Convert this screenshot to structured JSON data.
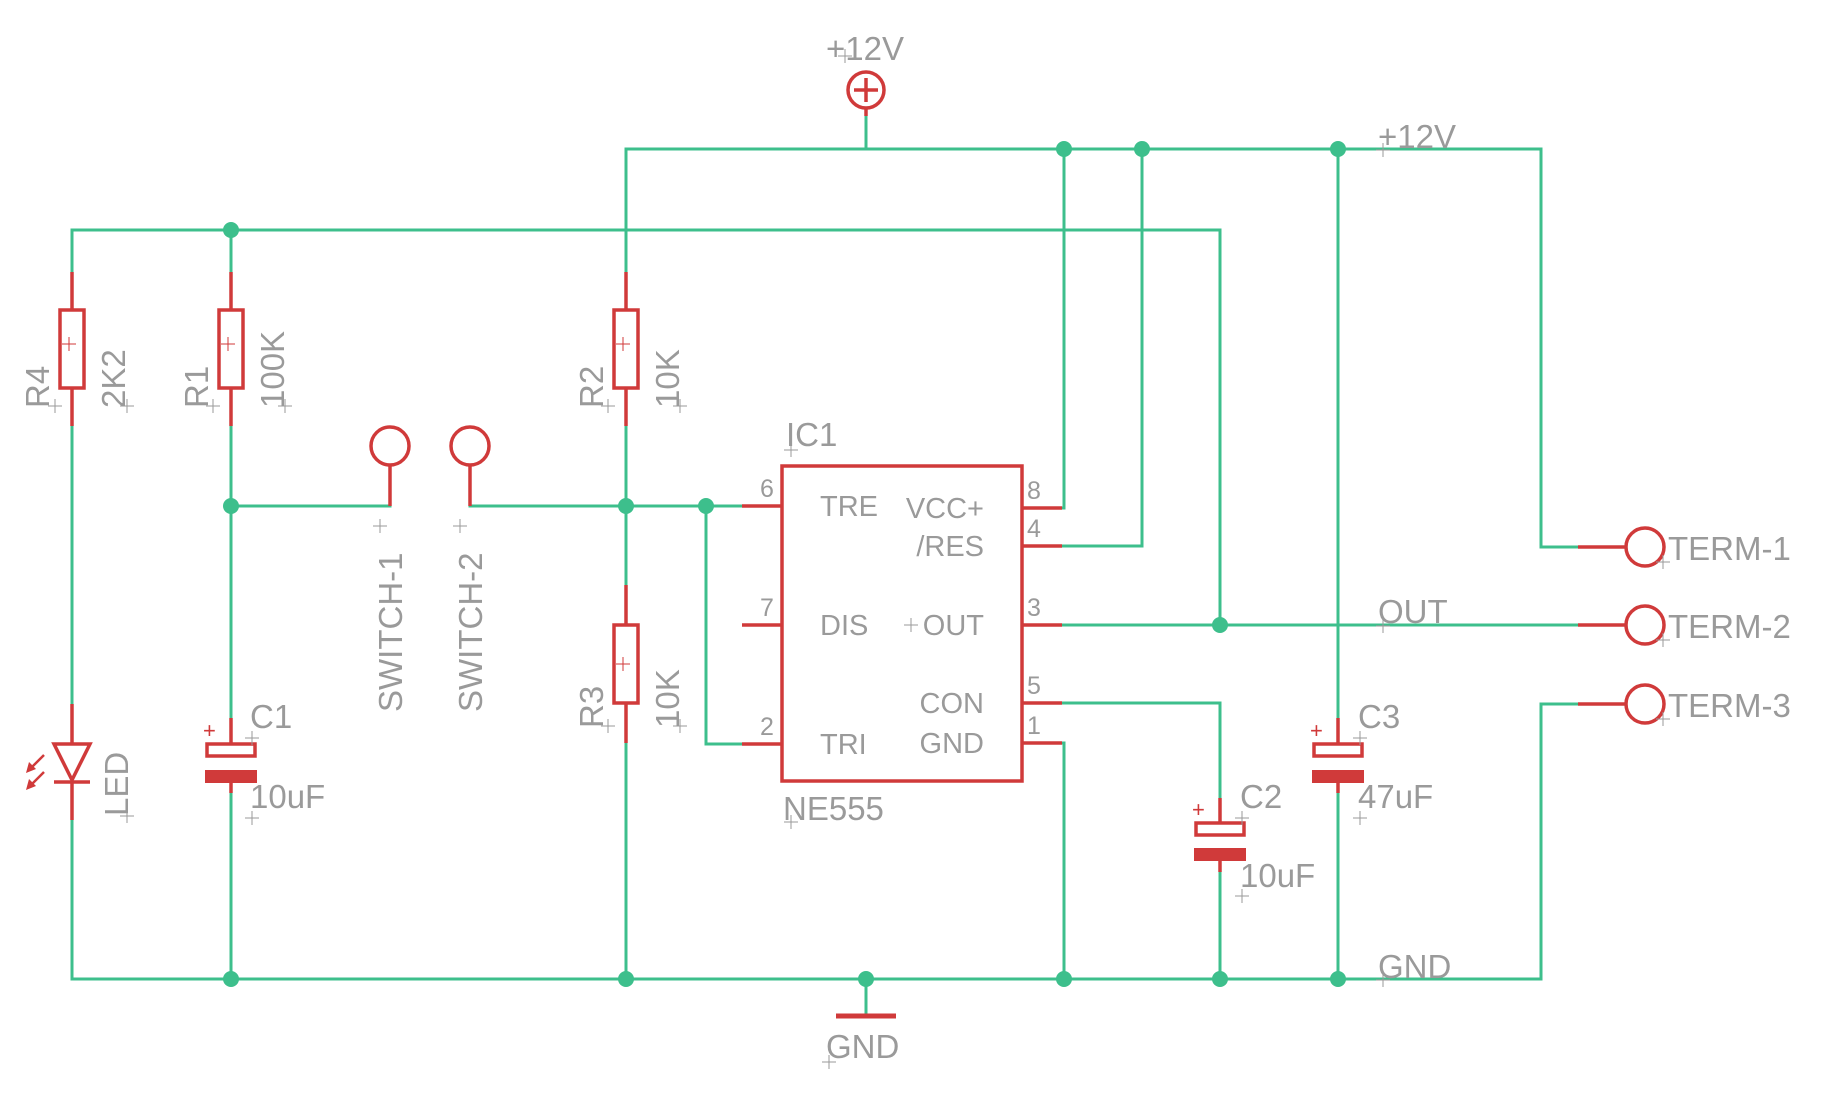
{
  "colors": {
    "wire": "#3dbf8c",
    "component": "#d03a3a",
    "text": "#9a9a9a",
    "background": "#ffffff"
  },
  "supply": {
    "top_label": "+12V",
    "rail_label": "+12V"
  },
  "ground": {
    "symbol_label": "GND",
    "rail_label": "GND"
  },
  "net_labels": {
    "out": "OUT"
  },
  "resistors": {
    "r4": {
      "name": "R4",
      "value": "2K2"
    },
    "r1": {
      "name": "R1",
      "value": "100K"
    },
    "r2": {
      "name": "R2",
      "value": "10K"
    },
    "r3": {
      "name": "R3",
      "value": "10K"
    }
  },
  "capacitors": {
    "c1": {
      "name": "C1",
      "value": "10uF"
    },
    "c2": {
      "name": "C2",
      "value": "10uF"
    },
    "c3": {
      "name": "C3",
      "value": "47uF"
    }
  },
  "led": {
    "name": "LED"
  },
  "switches": {
    "s1": "SWITCH-1",
    "s2": "SWITCH-2"
  },
  "ic": {
    "name": "IC1",
    "part": "NE555",
    "pins": {
      "tre": {
        "num": "6",
        "label": "TRE"
      },
      "dis": {
        "num": "7",
        "label": "DIS"
      },
      "tri": {
        "num": "2",
        "label": "TRI"
      },
      "vcc": {
        "num": "8",
        "label": "VCC+"
      },
      "res": {
        "num": "4",
        "label": "/RES"
      },
      "out": {
        "num": "3",
        "label": "OUT"
      },
      "con": {
        "num": "5",
        "label": "CON"
      },
      "gnd": {
        "num": "1",
        "label": "GND"
      }
    }
  },
  "terminals": {
    "t1": "TERM-1",
    "t2": "TERM-2",
    "t3": "TERM-3"
  },
  "icons": {
    "supply": "plus-circle-icon",
    "ground": "ground-icon",
    "led": "led-icon"
  }
}
